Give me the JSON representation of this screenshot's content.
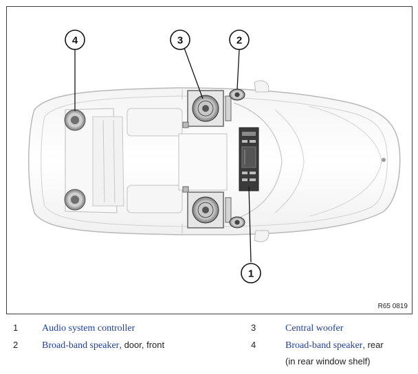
{
  "figure": {
    "reference_code": "R65 0819",
    "callouts": [
      "1",
      "2",
      "3",
      "4"
    ]
  },
  "legend": [
    {
      "number": "1",
      "link_text": "Audio system controller",
      "rest_text": ""
    },
    {
      "number": "2",
      "link_text": "Broad-band speaker",
      "rest_text": ", door, front"
    },
    {
      "number": "3",
      "link_text": "Central woofer",
      "rest_text": ""
    },
    {
      "number": "4",
      "link_text": "Broad-band speaker",
      "rest_text": ", rear",
      "rest_line2": "(in rear window shelf)"
    }
  ],
  "colors": {
    "link": "#1d3f9a",
    "frame": "#3a3a3a"
  }
}
